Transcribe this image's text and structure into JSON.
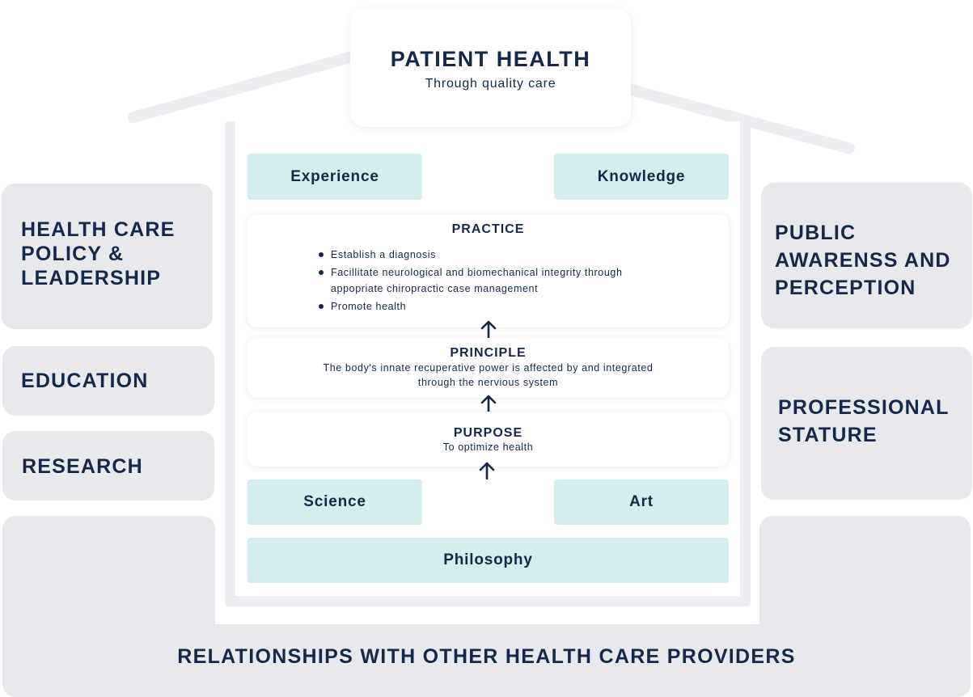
{
  "roof": {
    "title": "PATIENT HEALTH",
    "subtitle": "Through quality care"
  },
  "left_panels": {
    "policy": "HEALTH CARE POLICY & LEADERSHIP",
    "education": "EDUCATION",
    "research": "RESEARCH"
  },
  "right_panels": {
    "public": "PUBLIC AWARENSS AND PERCEPTION",
    "stature": "PROFESSIONAL STATURE"
  },
  "foundation": {
    "label": "RELATIONSHIPS WITH OTHER HEALTH CARE PROVIDERS"
  },
  "pillars": {
    "experience": "Experience",
    "knowledge": "Knowledge",
    "science": "Science",
    "art": "Art",
    "philosophy": "Philosophy"
  },
  "practice": {
    "title": "PRACTICE",
    "items": [
      "Establish a diagnosis",
      "Facillitate neurological and biomechanical integrity through appopriate chiropractic case management",
      "Promote health"
    ]
  },
  "principle": {
    "title": "PRINCIPLE",
    "text": "The body's innate recuperative power is affected by and integrated through the nervious system"
  },
  "purpose": {
    "title": "PURPOSE",
    "text": "To optimize health"
  },
  "colors": {
    "navy": "#13284a",
    "panel_grey": "#e8e9ed",
    "teal": "#d3eeee",
    "house_grey": "#eceef1"
  }
}
